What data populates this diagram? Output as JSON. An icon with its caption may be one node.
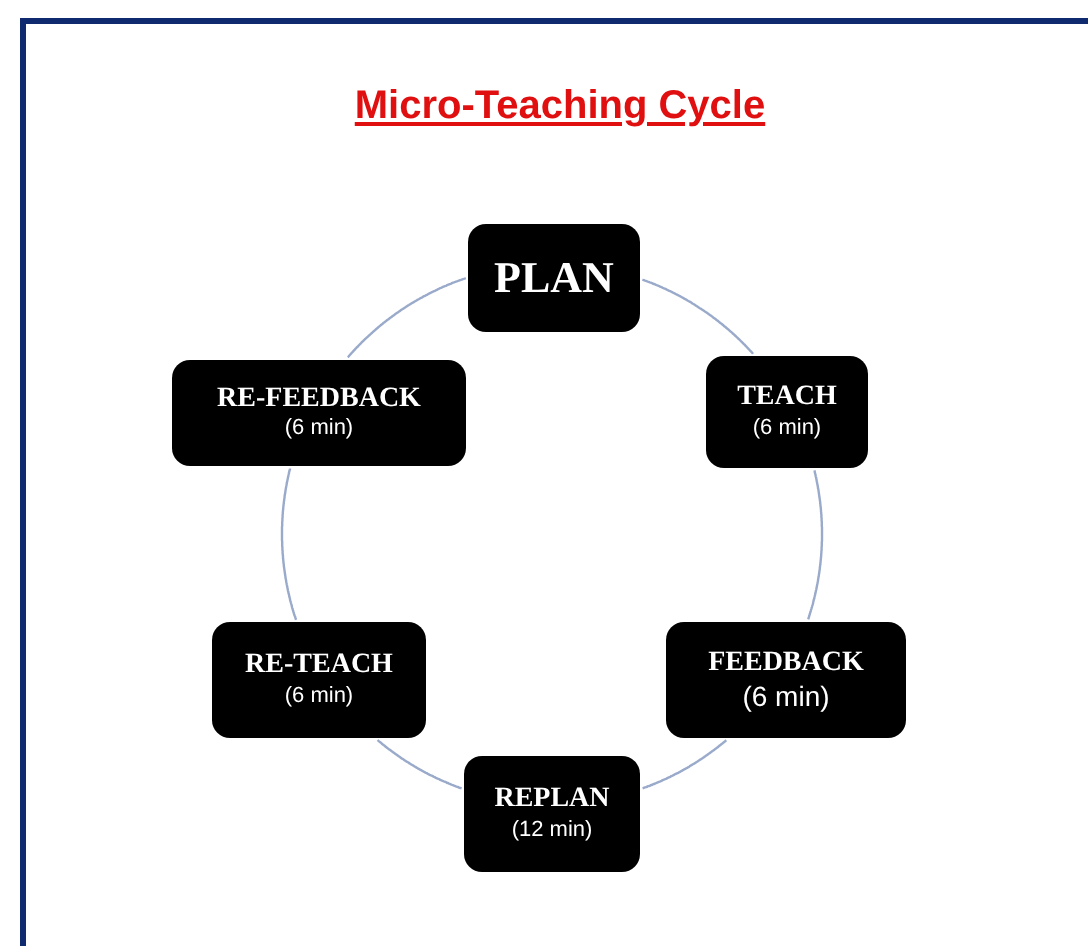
{
  "diagram": {
    "title": "Micro-Teaching Cycle",
    "nodes": [
      {
        "text": [
          "PLAN"
        ]
      },
      {
        "text": [
          "TEACH",
          "(6 min)"
        ]
      },
      {
        "text": [
          "FEEDBACK",
          "(6 min)"
        ]
      },
      {
        "text": [
          "REPLAN",
          "(12 min)"
        ]
      },
      {
        "text": [
          "RE-TEACH",
          "(6 min)"
        ]
      },
      {
        "text": [
          "RE-FEEDBACK",
          "(6 min)"
        ]
      }
    ],
    "edges": [
      {
        "from": 0,
        "to": 1,
        "arrow": "none"
      },
      {
        "from": 1,
        "to": 2,
        "arrow": "none"
      },
      {
        "from": 2,
        "to": 3,
        "arrow": "none"
      },
      {
        "from": 3,
        "to": 4,
        "arrow": "none"
      },
      {
        "from": 4,
        "to": 5,
        "arrow": "none"
      },
      {
        "from": 5,
        "to": 0,
        "arrow": "none"
      }
    ]
  }
}
